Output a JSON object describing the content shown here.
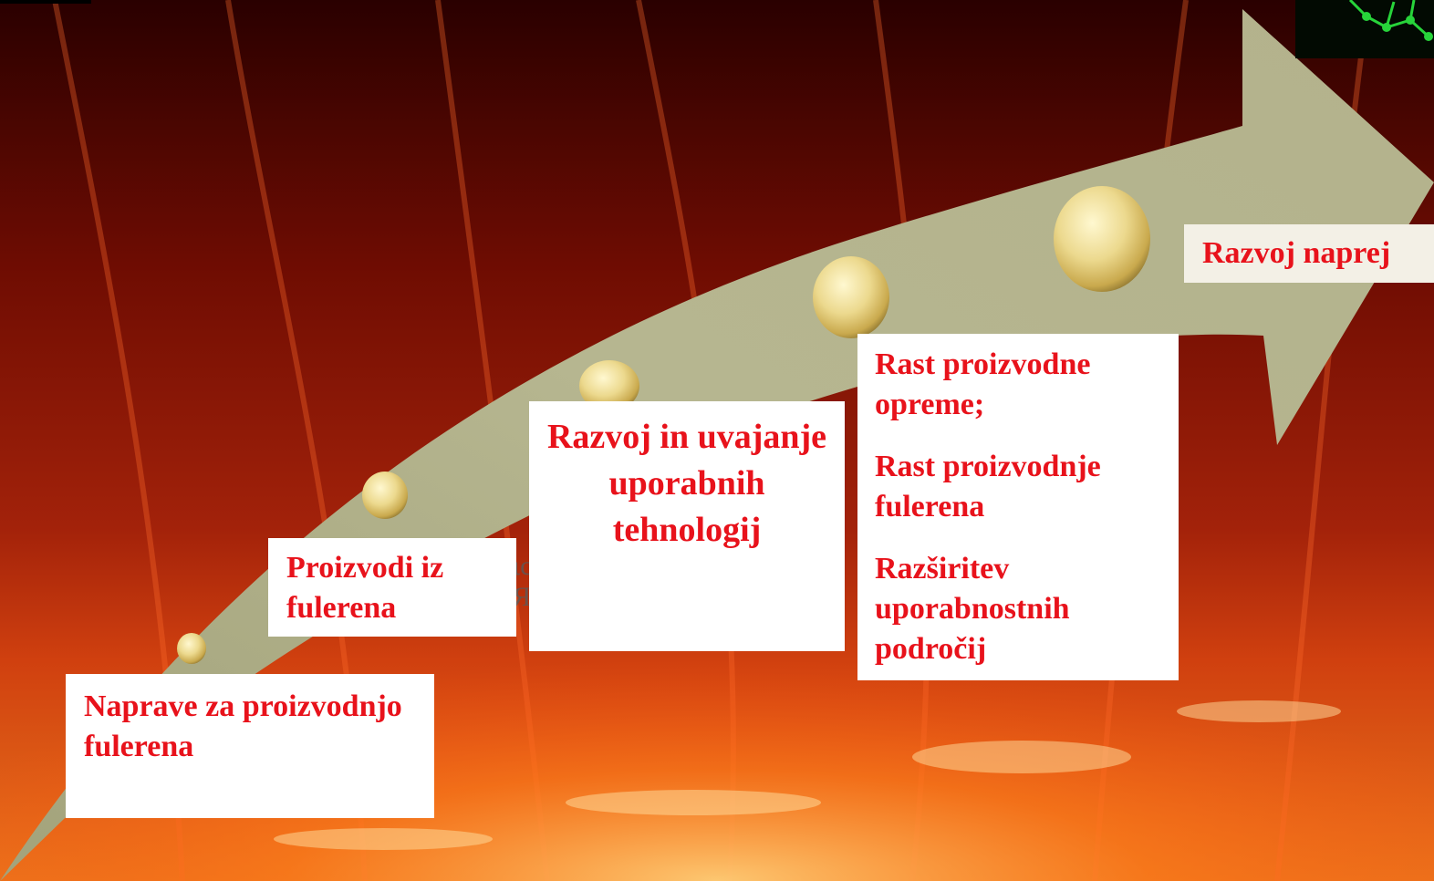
{
  "steps": [
    {
      "lines": [
        "Naprave za proizvodnjo fulerena"
      ]
    },
    {
      "lines": [
        "Proizvodi iz fulerena"
      ]
    },
    {
      "lines": [
        "Razvoj in uvajanje uporabnih tehnologij"
      ]
    },
    {
      "lines": [
        "Rast proizvodne opreme;",
        "Rast proizvodnje fulerena",
        "Razširitev uporabnostnih področij"
      ]
    },
    {
      "lines": [
        "Razvoj naprej"
      ]
    }
  ],
  "colors": {
    "text": "#e8121b",
    "arrow": "#b4b48e",
    "box": "#ffffff",
    "box_last": "#f3f0e6",
    "molecule": "#27d43a"
  }
}
